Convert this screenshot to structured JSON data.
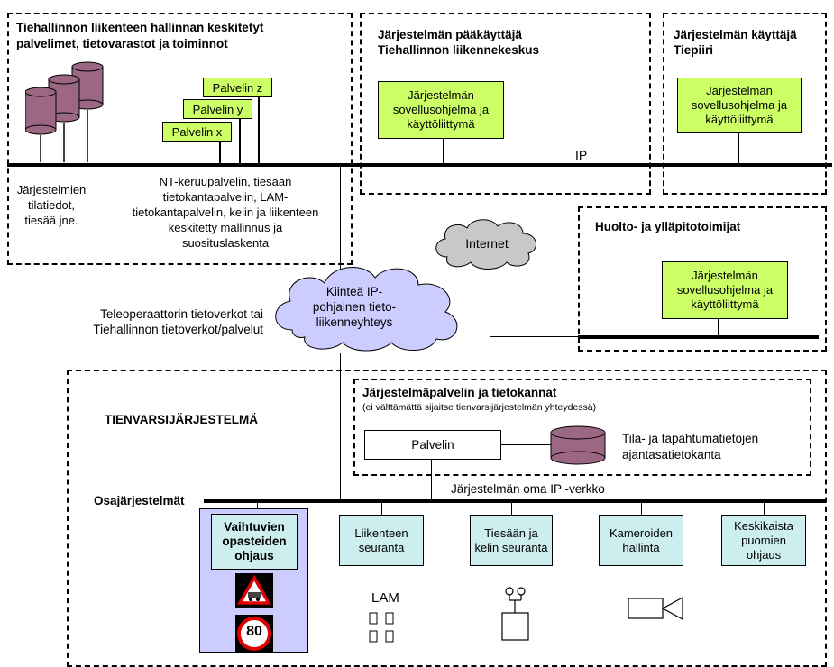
{
  "top_left_box": {
    "title": "Tiehallinnon liikenteen hallinnan keskitetyt palvelimet, tietovarastot ja toiminnot",
    "servers": [
      "Palvelin z",
      "Palvelin y",
      "Palvelin x"
    ],
    "left_text": "Järjestelmien tilatiedot, tiesää jne.",
    "center_text": "NT-keruupalvelin, tiesään tietokantapalvelin, LAM-tietokantapalvelin, kelin ja liikenteen keskitetty mallinnus ja suosituslaskenta"
  },
  "admin_box": {
    "title": "Järjestelmän pääkäyttäjä Tiehallinnon liikennekeskus",
    "app": "Järjestelmän sovellusohjelma ja käyttöliittymä"
  },
  "user_box": {
    "title": "Järjestelmän käyttäjä Tiepiiri",
    "app": "Järjestelmän sovellusohjelma ja käyttöliittymä"
  },
  "ip_label": "IP",
  "internet_label": "Internet",
  "maint_box": {
    "title": "Huolto- ja ylläpitotoimijat",
    "app": "Järjestelmän sovellusohjelma ja käyttöliittymä"
  },
  "fixed_ip_cloud": "Kiinteä IP-pohjainen tieto-liikenneyhteys",
  "teleop_text": "Teleoperaattorin tietoverkot tai Tiehallinnon tietoverkot/palvelut",
  "roadside": {
    "title": "TIENVARSIJÄRJESTELMÄ",
    "server_box_title": "Järjestelmäpalvelin ja tietokannat",
    "server_box_note": "(ei välttämättä sijaitse tienvarsijärjestelmän yhteydessä)",
    "server_label": "Palvelin",
    "db_label": "Tila- ja tapahtumatietojen ajantasatietokanta",
    "subsystems_label": "Osajärjestelmät",
    "network_label": "Järjestelmän oma IP -verkko",
    "subsystems": [
      "Vaihtuvien opasteiden ohjaus",
      "Liikenteen seuranta",
      "Tiesään ja kelin seuranta",
      "Kameroiden hallinta",
      "Keskikaista puomien ohjaus"
    ],
    "lam_label": "LAM",
    "speed_sign": "80"
  }
}
